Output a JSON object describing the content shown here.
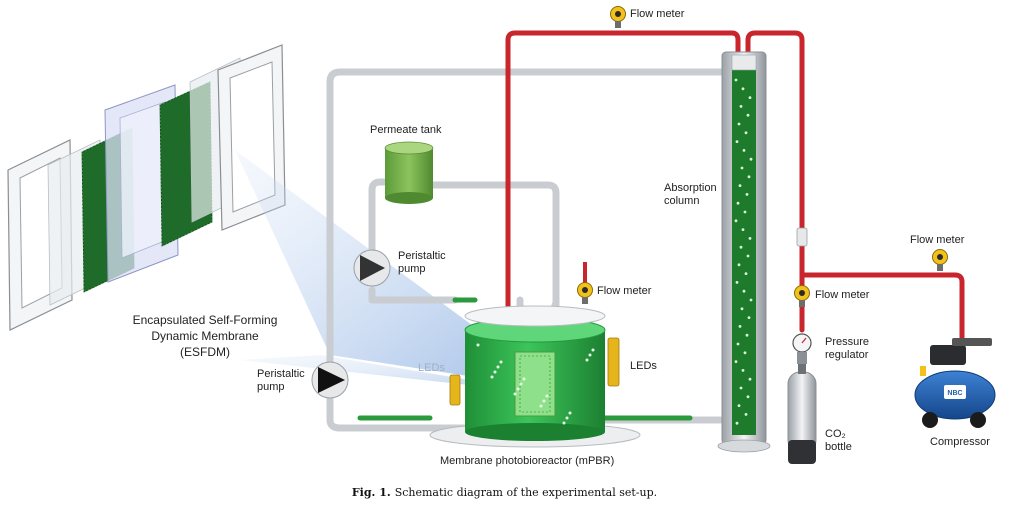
{
  "labels": {
    "flow_meter_top": "Flow meter",
    "flow_meter_right": "Flow meter",
    "flow_meter_middle": "Flow meter",
    "flow_meter_reactor": "Flow meter",
    "permeate_tank": "Permeate tank",
    "peristaltic_pump_upper": [
      "Peristaltic",
      "pump"
    ],
    "peristaltic_pump_lower": [
      "Peristaltic",
      "pump"
    ],
    "absorption_column": [
      "Absorption",
      "column"
    ],
    "esfdm": [
      "Encapsulated Self-Forming",
      "Dynamic Membrane",
      "(ESFDM)"
    ],
    "leds_right": "LEDs",
    "leds_left": "LEDs",
    "pressure_regulator": [
      "Pressure",
      "regulator"
    ],
    "co2_bottle": [
      "CO₂",
      "bottle"
    ],
    "compressor": "Compressor",
    "mpbr": "Membrane photobioreactor (mPBR)"
  },
  "caption": {
    "prefix": "Fig. 1.",
    "text": "Schematic diagram of the experimental set-up."
  },
  "colors": {
    "gas_line": "#c8262c",
    "liquid_line": "#c9cdd1",
    "reactor_green": "#2fae49",
    "culture_green": "#2b8f3a",
    "flow_meter_yellow": "#f2c21b",
    "compressor_blue": "#1e5fae"
  }
}
